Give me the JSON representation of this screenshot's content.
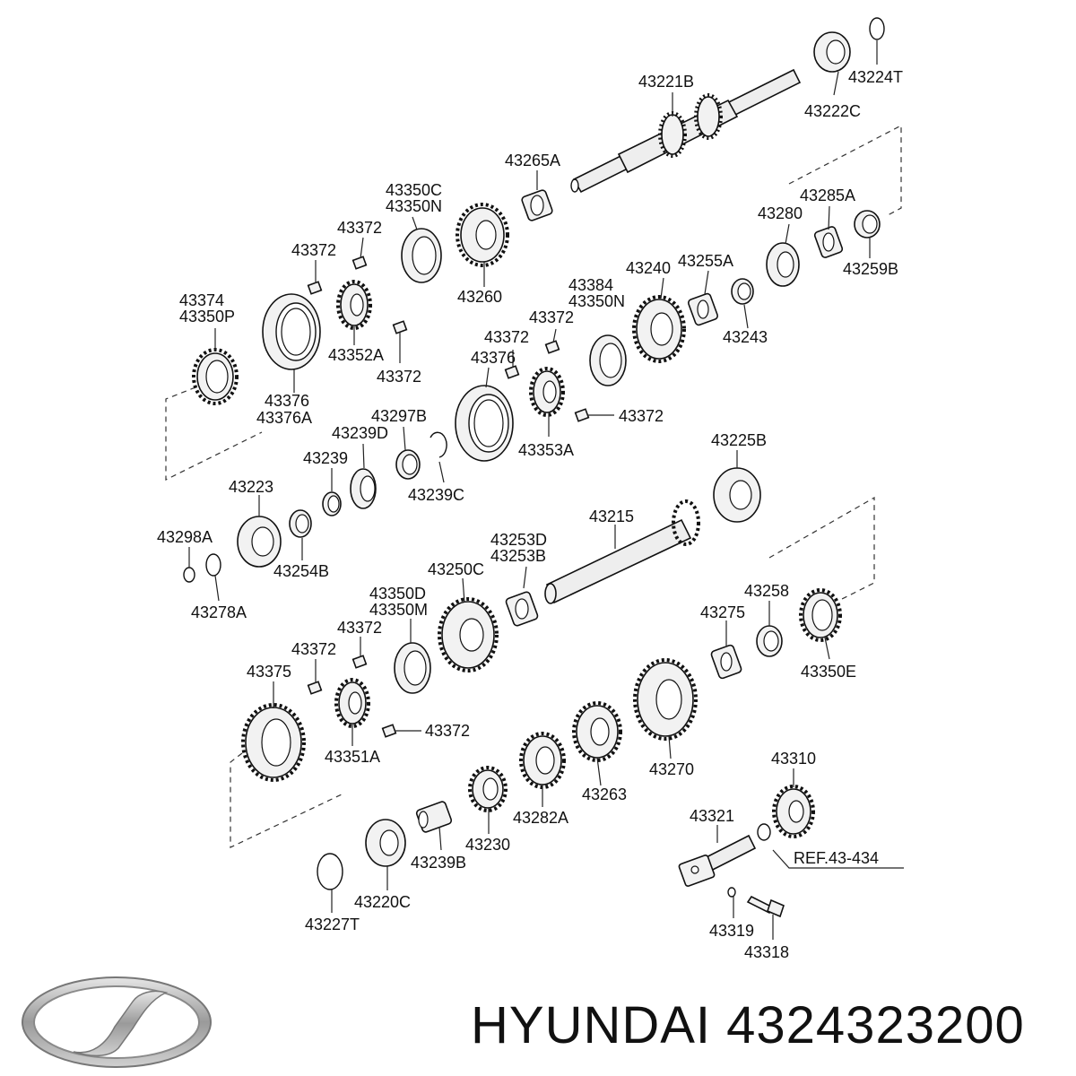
{
  "brand": {
    "name": "HYUNDAI",
    "part_number": "4324323200"
  },
  "parts": [
    {
      "id": "p43224T",
      "text": "43224T"
    },
    {
      "id": "p43221B",
      "text": "43221B"
    },
    {
      "id": "p43222C",
      "text": "43222C"
    },
    {
      "id": "p43265A",
      "text": "43265A"
    },
    {
      "id": "p43350C",
      "text": "43350C"
    },
    {
      "id": "p43350N_a",
      "text": "43350N"
    },
    {
      "id": "p43372_a",
      "text": "43372"
    },
    {
      "id": "p43372_b",
      "text": "43372"
    },
    {
      "id": "p43285A",
      "text": "43285A"
    },
    {
      "id": "p43280",
      "text": "43280"
    },
    {
      "id": "p43259B",
      "text": "43259B"
    },
    {
      "id": "p43374",
      "text": "43374"
    },
    {
      "id": "p43350P",
      "text": "43350P"
    },
    {
      "id": "p43260",
      "text": "43260"
    },
    {
      "id": "p43384",
      "text": "43384"
    },
    {
      "id": "p43350N_b",
      "text": "43350N"
    },
    {
      "id": "p43240",
      "text": "43240"
    },
    {
      "id": "p43255A",
      "text": "43255A"
    },
    {
      "id": "p43372_c",
      "text": "43372"
    },
    {
      "id": "p43352A",
      "text": "43352A"
    },
    {
      "id": "p43372_d",
      "text": "43372"
    },
    {
      "id": "p43372_e",
      "text": "43372"
    },
    {
      "id": "p43243",
      "text": "43243"
    },
    {
      "id": "p43376_a",
      "text": "43376"
    },
    {
      "id": "p43376_b",
      "text": "43376"
    },
    {
      "id": "p43376A",
      "text": "43376A"
    },
    {
      "id": "p43372_f",
      "text": "43372"
    },
    {
      "id": "p43297B",
      "text": "43297B"
    },
    {
      "id": "p43239D",
      "text": "43239D"
    },
    {
      "id": "p43353A",
      "text": "43353A"
    },
    {
      "id": "p43225B",
      "text": "43225B"
    },
    {
      "id": "p43239",
      "text": "43239"
    },
    {
      "id": "p43223",
      "text": "43223"
    },
    {
      "id": "p43239C",
      "text": "43239C"
    },
    {
      "id": "p43215",
      "text": "43215"
    },
    {
      "id": "p43298A",
      "text": "43298A"
    },
    {
      "id": "p43253D",
      "text": "43253D"
    },
    {
      "id": "p43253B",
      "text": "43253B"
    },
    {
      "id": "p43254B",
      "text": "43254B"
    },
    {
      "id": "p43250C",
      "text": "43250C"
    },
    {
      "id": "p43278A",
      "text": "43278A"
    },
    {
      "id": "p43350D",
      "text": "43350D"
    },
    {
      "id": "p43350M",
      "text": "43350M"
    },
    {
      "id": "p43258",
      "text": "43258"
    },
    {
      "id": "p43275",
      "text": "43275"
    },
    {
      "id": "p43372_g",
      "text": "43372"
    },
    {
      "id": "p43372_h",
      "text": "43372"
    },
    {
      "id": "p43375",
      "text": "43375"
    },
    {
      "id": "p43350E",
      "text": "43350E"
    },
    {
      "id": "p43372_i",
      "text": "43372"
    },
    {
      "id": "p43351A",
      "text": "43351A"
    },
    {
      "id": "p43310",
      "text": "43310"
    },
    {
      "id": "p43270",
      "text": "43270"
    },
    {
      "id": "p43263",
      "text": "43263"
    },
    {
      "id": "p43282A",
      "text": "43282A"
    },
    {
      "id": "p43321",
      "text": "43321"
    },
    {
      "id": "p43230",
      "text": "43230"
    },
    {
      "id": "p43239B",
      "text": "43239B"
    },
    {
      "id": "pREF",
      "text": "REF.43-434"
    },
    {
      "id": "p43220C",
      "text": "43220C"
    },
    {
      "id": "p43319",
      "text": "43319"
    },
    {
      "id": "p43227T",
      "text": "43227T"
    },
    {
      "id": "p43318",
      "text": "43318"
    }
  ]
}
